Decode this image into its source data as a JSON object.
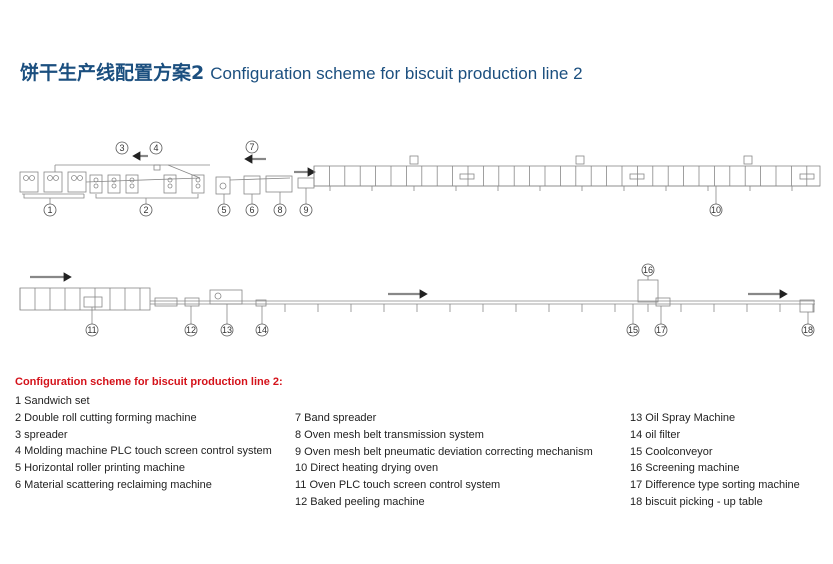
{
  "title": {
    "cn": "饼干生产线配置方案2",
    "en": "Configuration scheme for biscuit production line 2"
  },
  "diagram": {
    "markers": [
      "1",
      "2",
      "3",
      "4",
      "5",
      "6",
      "7",
      "8",
      "9",
      "10",
      "11",
      "12",
      "13",
      "14",
      "15",
      "16",
      "17",
      "18"
    ]
  },
  "legend": {
    "heading": "Configuration scheme for biscuit production line 2:",
    "col1": [
      "1 Sandwich set",
      "2 Double roll cutting forming machine",
      "3 spreader",
      "4 Molding machine PLC touch screen control system",
      "5 Horizontal roller printing machine",
      "6 Material scattering reclaiming machine"
    ],
    "col2": [
      "7 Band spreader",
      "8 Oven mesh belt transmission system",
      "9 Oven mesh belt pneumatic deviation correcting mechanism",
      "10 Direct heating  drying oven",
      "11 Oven PLC touch screen control system",
      "12 Baked peeling machine"
    ],
    "col3": [
      "13 Oil Spray Machine",
      "14 oil filter",
      "15 Coolconveyor",
      "16 Screening machine",
      "17 Difference type sorting machine",
      "18 biscuit picking - up table"
    ]
  },
  "colors": {
    "title": "#1b4f7f",
    "heading": "#d4121a",
    "line": "#888888"
  }
}
